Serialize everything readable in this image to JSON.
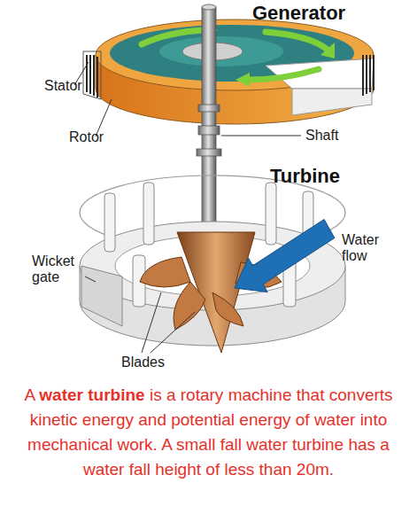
{
  "diagram": {
    "caption": "A water turbine is a rotary machine that converts kinetic energy and potential energy of water into mechanical work. A small fall water turbine has a water fall height of less than 20m.",
    "labels": [
      "Generator",
      "Stator",
      "Rotor",
      "Shaft",
      "Turbine",
      "Water flow",
      "Wicket gate",
      "Blades"
    ]
  }
}
